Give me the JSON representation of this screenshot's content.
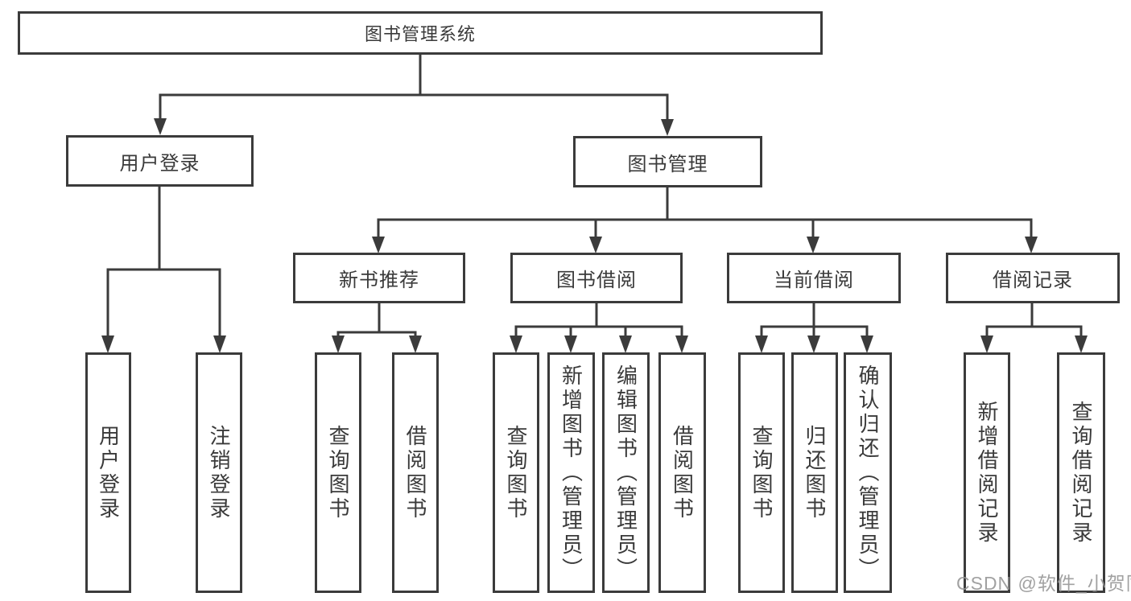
{
  "diagram": {
    "type": "tree",
    "title": "图书管理系统",
    "colors": {
      "line": "#3b3b3b",
      "box_border": "#3b3b3b",
      "text": "#3a3a3a",
      "background": "#ffffff",
      "watermark": "#949494"
    },
    "tree": {
      "root": "图书管理系统",
      "children": [
        {
          "label": "用户登录",
          "children": [
            "用户登录",
            "注销登录"
          ]
        },
        {
          "label": "图书管理",
          "children": [
            {
              "label": "新书推荐",
              "children": [
                "查询图书",
                "借阅图书"
              ]
            },
            {
              "label": "图书借阅",
              "children": [
                "查询图书",
                "新增图书（管理员）",
                "编辑图书（管理员）",
                "借阅图书"
              ]
            },
            {
              "label": "当前借阅",
              "children": [
                "查询图书",
                "归还图书",
                "确认归还（管理员）"
              ]
            },
            {
              "label": "借阅记录",
              "children": [
                "新增借阅记录",
                "查询借阅记录"
              ]
            }
          ]
        }
      ]
    }
  },
  "watermark": {
    "text": "CSDN @软件_小贺同学"
  }
}
